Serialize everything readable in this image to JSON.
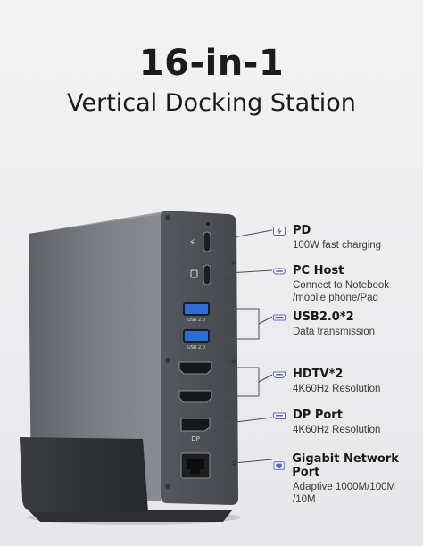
{
  "header": {
    "title": "16-in-1",
    "subtitle": "Vertical Docking Station"
  },
  "port_labels": {
    "usb": "USB 2.0",
    "dp": "DP"
  },
  "colors": {
    "accent": "#5b63c9",
    "body": "#6b6e75",
    "face": "#4c4f55"
  },
  "features": [
    {
      "icon": "charging-icon",
      "title": "PD",
      "desc": [
        "100W fast charging"
      ]
    },
    {
      "icon": "usb-c-icon",
      "title": "PC Host",
      "desc": [
        "Connect to Notebook",
        "/mobile phone/Pad"
      ]
    },
    {
      "icon": "usb-a-icon",
      "title": "USB2.0*2",
      "desc": [
        "Data transmission"
      ]
    },
    {
      "icon": "hdmi-icon",
      "title": "HDTV*2",
      "desc": [
        "4K60Hz Resolution"
      ]
    },
    {
      "icon": "displayport-icon",
      "title": "DP Port",
      "desc": [
        "4K60Hz Resolution"
      ]
    },
    {
      "icon": "ethernet-icon",
      "title": "Gigabit Network Port",
      "desc": [
        "Adaptive 1000M/100M",
        "/10M"
      ]
    }
  ]
}
